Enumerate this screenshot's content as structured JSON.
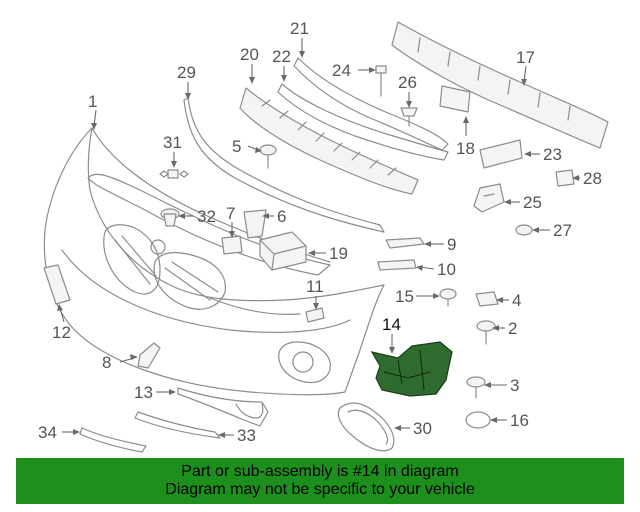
{
  "diagram": {
    "callouts": [
      "1",
      "2",
      "3",
      "4",
      "6",
      "7",
      "8",
      "9",
      "10",
      "11",
      "12",
      "13",
      "14",
      "15",
      "16",
      "17",
      "18",
      "19",
      "20",
      "21",
      "22",
      "23",
      "24",
      "25",
      "26",
      "27",
      "28",
      "29",
      "30",
      "31",
      "32",
      "33",
      "34"
    ],
    "highlight": "14"
  },
  "colors": {
    "banner_bg": "#1d8f1d",
    "highlight_part": "#2f6b2f",
    "line_art": "#8c8c8c"
  },
  "banner": {
    "line1": "Part or sub-assembly is #14 in diagram",
    "line2": "Diagram may not be specific to your vehicle"
  }
}
